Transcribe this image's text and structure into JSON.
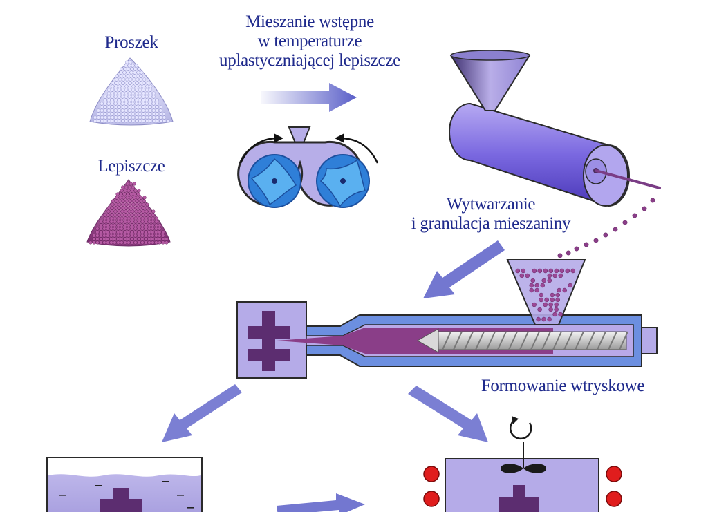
{
  "labels": {
    "powder": "Proszek",
    "binder": "Lepiszcze",
    "premix": [
      "Mieszanie wstępne",
      "w temperaturze",
      "uplastyczniającej lepiszcze"
    ],
    "granulation": [
      "Wytwarzanie",
      "i granulacja mieszaniny"
    ],
    "injection": "Formowanie wtryskowe"
  },
  "colors": {
    "text": "#1f2a8c",
    "arrow": "#5a5fc8",
    "powder": "#c9c9f0",
    "binder": "#a0508f",
    "machine": "#8a7ce0",
    "hopper": "#b7aee8",
    "mold": "#5c2d70",
    "heater": "#e01d1d"
  }
}
